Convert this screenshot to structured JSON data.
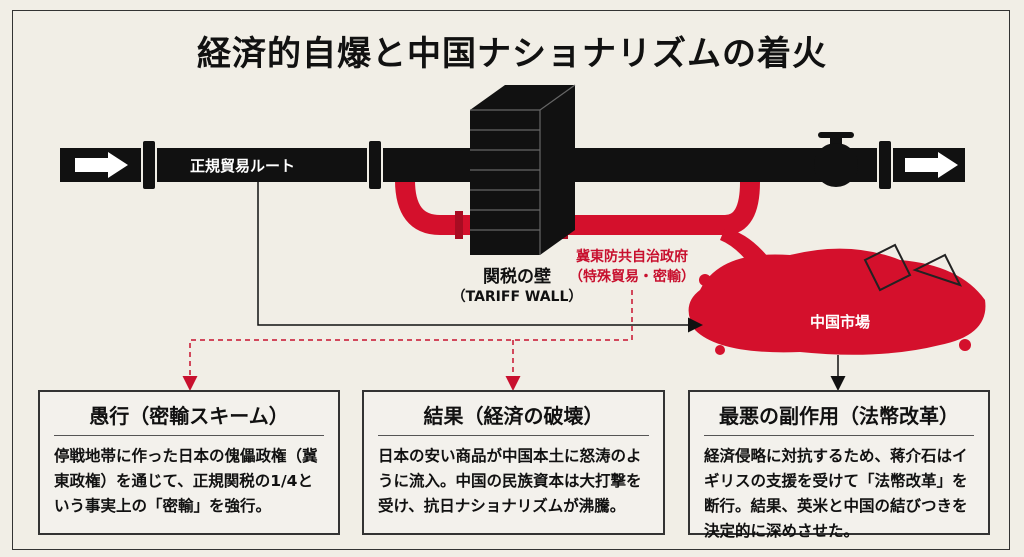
{
  "title": "経済的自爆と中国ナショナリズムの着火",
  "diagram": {
    "legit_route_label": "正規貿易ルート",
    "wall_label": "関税の壁",
    "wall_sublabel": "（TARIFF WALL）",
    "smuggle_label": "冀東防共自治政府",
    "smuggle_sublabel": "（特殊貿易・密輸）",
    "market_label": "中国市場"
  },
  "colors": {
    "pipe": "#111111",
    "red": "#d4102c",
    "background": "#f1eee6"
  },
  "boxes": [
    {
      "heading": "愚行（密輸スキーム）",
      "body": "停戦地帯に作った日本の傀儡政権（冀東政権）を通じて、正規関税の1/4という事実上の「密輸」を強行。"
    },
    {
      "heading": "結果（経済の破壊）",
      "body": "日本の安い商品が中国本土に怒涛のように流入。中国の民族資本は大打撃を受け、抗日ナショナリズムが沸騰。"
    },
    {
      "heading": "最悪の副作用（法幣改革）",
      "body": "経済侵略に対抗するため、蒋介石はイギリスの支援を受けて「法幣改革」を断行。結果、英米と中国の結びつきを決定的に深めさせた。"
    }
  ]
}
